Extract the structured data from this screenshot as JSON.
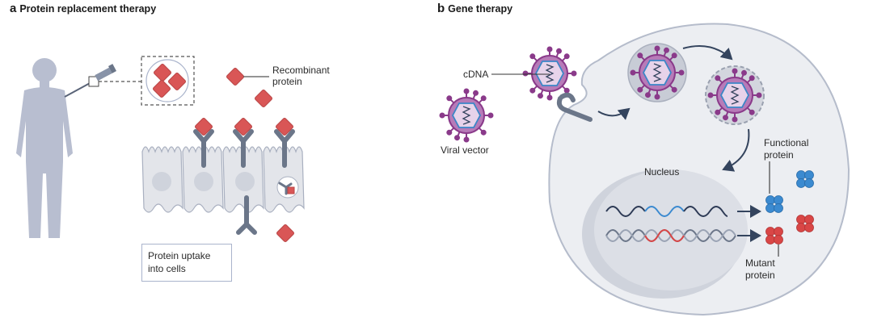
{
  "panels": [
    {
      "letter": "a",
      "title": "Protein replacement therapy",
      "labels": {
        "recombinant_protein_line1": "Recombinant",
        "recombinant_protein_line2": "protein",
        "uptake_line1": "Protein uptake",
        "uptake_line2": "into cells"
      }
    },
    {
      "letter": "b",
      "title": "Gene therapy",
      "labels": {
        "cdna": "cDNA",
        "viral_vector": "Viral vector",
        "nucleus": "Nucleus",
        "functional_line1": "Functional",
        "functional_line2": "protein",
        "mutant_line1": "Mutant",
        "mutant_line2": "protein"
      }
    }
  ],
  "colors": {
    "protein_red": "#d95656",
    "receptor_gray": "#6b7689",
    "cell_fill": "#e3e5ea",
    "body_silhouette": "#b8bed0",
    "virus_purple": "#8a3a8a",
    "virus_inner": "#e7d3ea",
    "capsid_blue": "#3b86c7",
    "functional_blue": "#3b8ad0",
    "mutant_red": "#d94646",
    "arrow_navy": "#34445e"
  }
}
